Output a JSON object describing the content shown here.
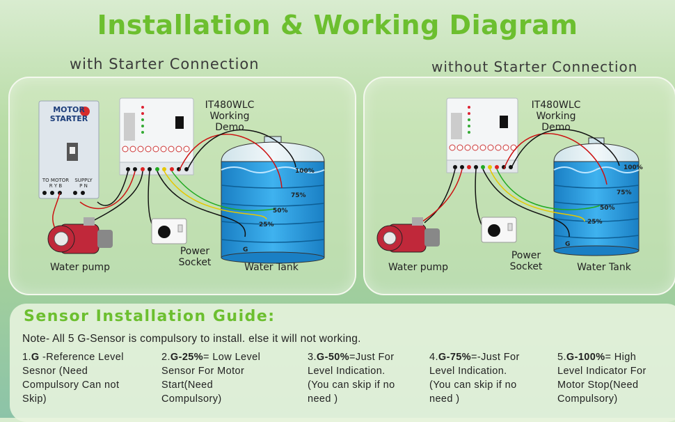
{
  "title": "Installation & Working Diagram",
  "left_panel": {
    "heading": "with Starter Connection",
    "starter_title": "MOTOR STARTER",
    "starter_to_motor": "TO MOTOR",
    "starter_supply": "SUPPLY",
    "starter_ryb": "R Y B",
    "starter_pn": "P N",
    "controller_label": "IT480WLC\nWorking\nDemo",
    "pump_label": "Water pump",
    "socket_label": "Power\nSocket",
    "tank_label": "Water Tank",
    "levels": [
      "100%",
      "75%",
      "50%",
      "25%",
      "G"
    ]
  },
  "right_panel": {
    "heading": "without Starter Connection",
    "controller_label": "IT480WLC\nWorking\nDemo",
    "pump_label": "Water pump",
    "socket_label": "Power\nSocket",
    "tank_label": "Water Tank",
    "levels": [
      "100%",
      "75%",
      "50%",
      "25%",
      "G"
    ]
  },
  "guide": {
    "title": "Sensor Installation Guide:",
    "note": "Note- All 5 G-Sensor is compulsory to install. else it will not working.",
    "items": [
      {
        "num": "1.",
        "bold": "G",
        "text": " -Reference Level\nSesnor (Need\nCompulsory Can not\nSkip)"
      },
      {
        "num": "2.",
        "bold": "G-25%",
        "text": "= Low Level\nSensor For Motor\nStart(Need\nCompulsory)"
      },
      {
        "num": "3.",
        "bold": "G-50%",
        "text": "=Just For\nLevel Indication.\n(You can skip if no\nneed )"
      },
      {
        "num": "4.",
        "bold": "G-75%",
        "text": "=-Just For\nLevel Indication.\n(You can skip if no\nneed )"
      },
      {
        "num": "5.",
        "bold": "G-100%",
        "text": "= High\nLevel Indicator For\nMotor Stop(Need\nCompulsory)"
      }
    ]
  },
  "colors": {
    "accent_green": "#6cbf2f",
    "tank_blue": "#1f8fd8",
    "pump_red": "#c0283a"
  }
}
